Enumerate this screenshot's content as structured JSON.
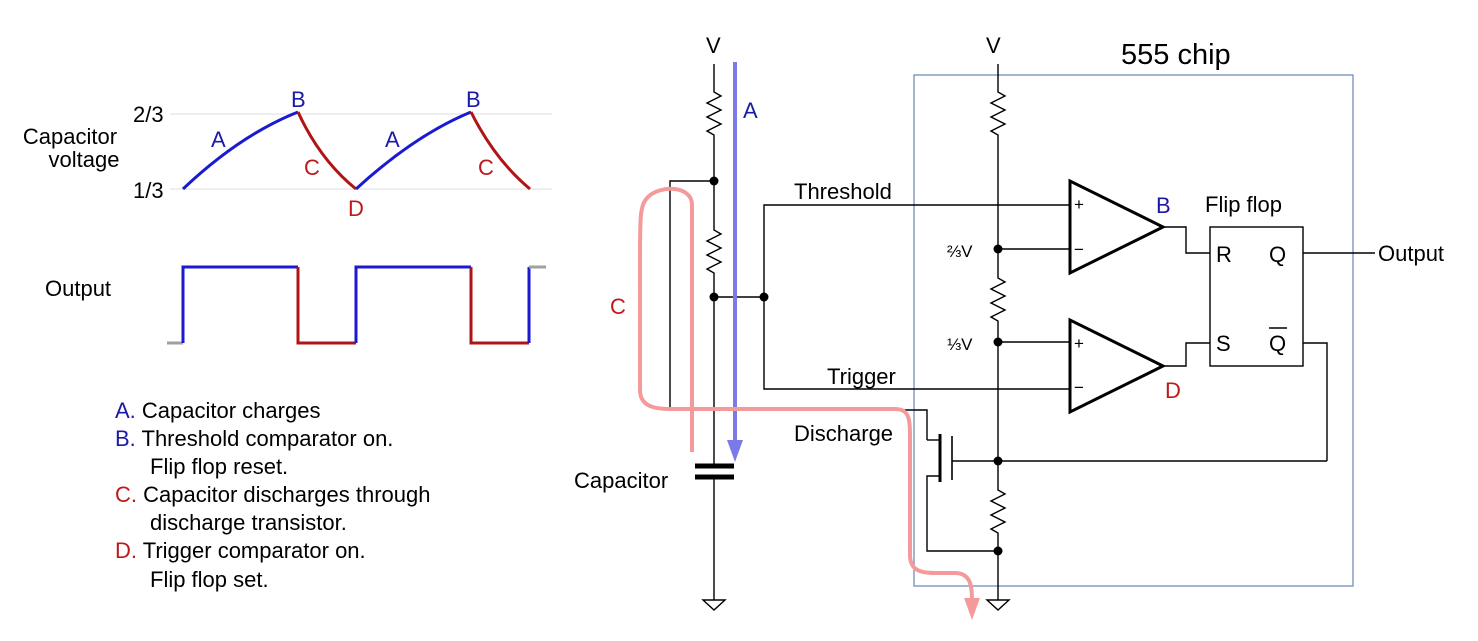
{
  "colors": {
    "blue": "#1a1aa8",
    "red": "#c01818",
    "output_blue": "#1a1ad0",
    "output_red": "#b01414",
    "arrow_blue": "#7b7be8",
    "arrow_pink": "#f59a9a",
    "chip_border": "#6f8fb8",
    "gray": "#a0a0a0"
  },
  "waveform": {
    "capacitor_label_line1": "Capacitor",
    "capacitor_label_line2": "voltage",
    "level_high": "2/3",
    "level_low": "1/3",
    "output_label": "Output",
    "point_A": "A",
    "point_B": "B",
    "point_C": "C",
    "point_D": "D"
  },
  "legend": {
    "a_letter": "A.",
    "a_text": " Capacitor charges",
    "b_letter": "B.",
    "b_text": " Threshold comparator on.",
    "b_text2": "Flip flop reset.",
    "c_letter": "C.",
    "c_text": " Capacitor discharges through",
    "c_text2": "discharge transistor.",
    "d_letter": "D.",
    "d_text": " Trigger comparator on.",
    "d_text2": "Flip flop set."
  },
  "circuit": {
    "supply_left": "V",
    "supply_right": "V",
    "chip_title": "555 chip",
    "threshold": "Threshold",
    "trigger": "Trigger",
    "discharge": "Discharge",
    "capacitor": "Capacitor",
    "two_thirds_v": "⅔V",
    "one_third_v": "⅓V",
    "flip_flop": "Flip flop",
    "ff_r": "R",
    "ff_q": "Q",
    "ff_s": "S",
    "ff_qbar": "Q",
    "output": "Output",
    "plus": "+",
    "minus": "−",
    "path_A": "A",
    "path_C": "C",
    "comp_B": "B",
    "comp_D": "D"
  }
}
